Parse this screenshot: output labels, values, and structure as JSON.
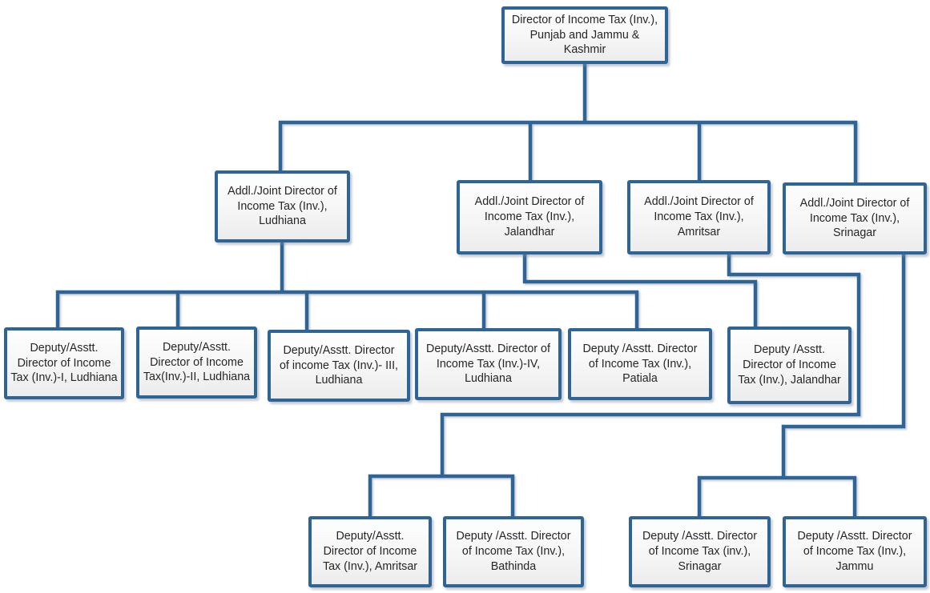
{
  "diagram": {
    "type": "org-chart",
    "colors": {
      "accent": "#2f6496",
      "text": "#262626",
      "background": "#ffffff",
      "box_fill_top": "#fefefe",
      "box_fill_bottom": "#ececec"
    },
    "nodes": {
      "director": "Director of Income Tax (Inv.),\nPunjab and Jammu &\nKashmir",
      "addl_ludhiana": "Addl./Joint Director of\nIncome Tax (Inv.),\nLudhiana",
      "addl_jalandhar": "Addl./Joint Director of\nIncome Tax (Inv.),\nJalandhar",
      "addl_amritsar": "Addl./Joint Director of\nIncome Tax (Inv.),\nAmritsar",
      "addl_srinagar": "Addl./Joint Director of\nIncome Tax (Inv.),\nSrinagar",
      "dy_ludhiana_1": "Deputy/Asstt.\nDirector of Income\nTax (Inv.)-I, Ludhiana",
      "dy_ludhiana_2": "Deputy/Asstt.\nDirector of Income\nTax(Inv.)-II, Ludhiana",
      "dy_ludhiana_3": "Deputy/Asstt. Director\nof income Tax  (Inv.)- III,\nLudhiana",
      "dy_ludhiana_4": "Deputy/Asstt. Director of\nIncome Tax (Inv.)-IV,\nLudhiana",
      "dy_patiala": "Deputy /Asstt. Director\nof Income Tax (Inv.),\nPatiala",
      "dy_jalandhar": "Deputy /Asstt.\nDirector of Income\nTax (Inv.), Jalandhar",
      "dy_amritsar": "Deputy/Asstt.\nDirector of Income\nTax (Inv.), Amritsar",
      "dy_bathinda": "Deputy /Asstt. Director\nof Income Tax (Inv.),\nBathinda",
      "dy_srinagar": "Deputy /Asstt. Director\nof Income Tax (inv.),\nSrinagar",
      "dy_jammu": "Deputy /Asstt. Director\nof Income Tax (Inv.),\nJammu"
    },
    "edges": [
      {
        "from": "director",
        "to": "addl_ludhiana"
      },
      {
        "from": "director",
        "to": "addl_jalandhar"
      },
      {
        "from": "director",
        "to": "addl_amritsar"
      },
      {
        "from": "director",
        "to": "addl_srinagar"
      },
      {
        "from": "addl_ludhiana",
        "to": "dy_ludhiana_1"
      },
      {
        "from": "addl_ludhiana",
        "to": "dy_ludhiana_2"
      },
      {
        "from": "addl_ludhiana",
        "to": "dy_ludhiana_3"
      },
      {
        "from": "addl_ludhiana",
        "to": "dy_ludhiana_4"
      },
      {
        "from": "addl_ludhiana",
        "to": "dy_patiala"
      },
      {
        "from": "addl_jalandhar",
        "to": "dy_jalandhar"
      },
      {
        "from": "addl_amritsar",
        "to": "dy_amritsar"
      },
      {
        "from": "addl_amritsar",
        "to": "dy_bathinda"
      },
      {
        "from": "addl_srinagar",
        "to": "dy_srinagar"
      },
      {
        "from": "addl_srinagar",
        "to": "dy_jammu"
      }
    ]
  }
}
